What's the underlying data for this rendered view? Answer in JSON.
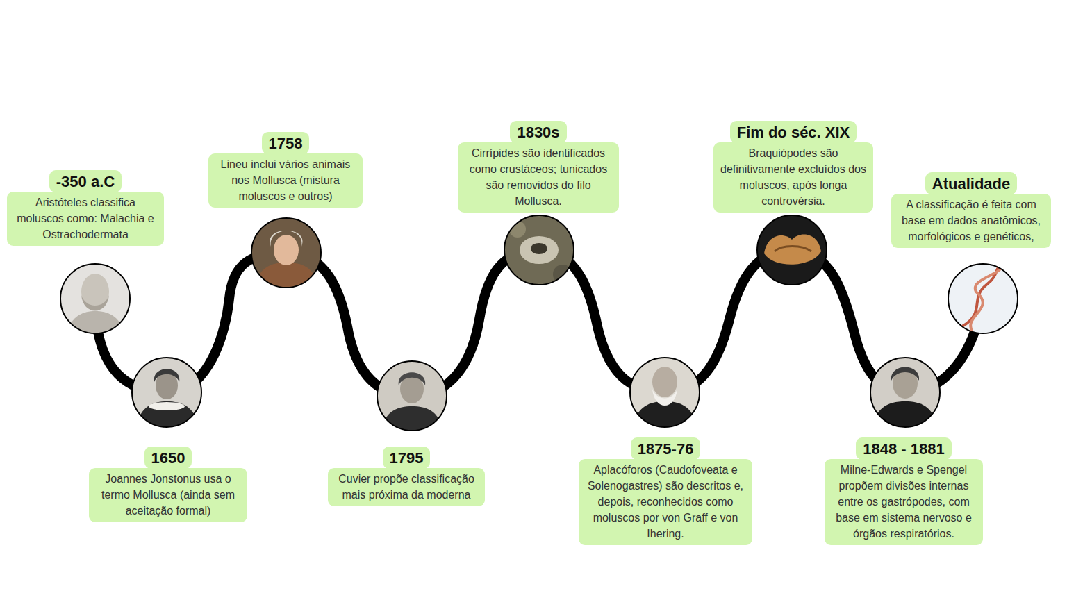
{
  "diagram": {
    "nodes": [
      {
        "text": [
          "-350 a.C",
          "Aristóteles classifica moluscos como: Malachia e Ostrachodermata"
        ]
      },
      {
        "text": [
          "1650",
          "Joannes Jonstonus usa o termo Mollusca (ainda sem aceitação formal)"
        ]
      },
      {
        "text": [
          "1758",
          "Lineu inclui vários animais nos Mollusca (mistura moluscos e outros)"
        ]
      },
      {
        "text": [
          "1795",
          "Cuvier propõe classificação mais próxima da moderna"
        ]
      },
      {
        "text": [
          "1830s",
          "Cirrípides são identificados como crustáceos; tunicados são removidos do filo Mollusca."
        ]
      },
      {
        "text": [
          "1875-76",
          "Aplacóforos (Caudofoveata e Solenogastres) são descritos e, depois, reconhecidos como moluscos por von Graff e von Ihering."
        ]
      },
      {
        "text": [
          "Fim do séc. XIX",
          "Braquiópodes são definitivamente excluídos dos moluscos, após longa controvérsia."
        ]
      },
      {
        "text": [
          "1848 - 1881",
          "Milne-Edwards e Spengel propõem divisões internas entre os gastrópodes, com base em sistema nervoso e órgãos respiratórios."
        ]
      },
      {
        "text": [
          "Atualidade",
          "A classificação é feita com base em dados anatômicos, morfológicos e genéticos,"
        ]
      }
    ]
  }
}
